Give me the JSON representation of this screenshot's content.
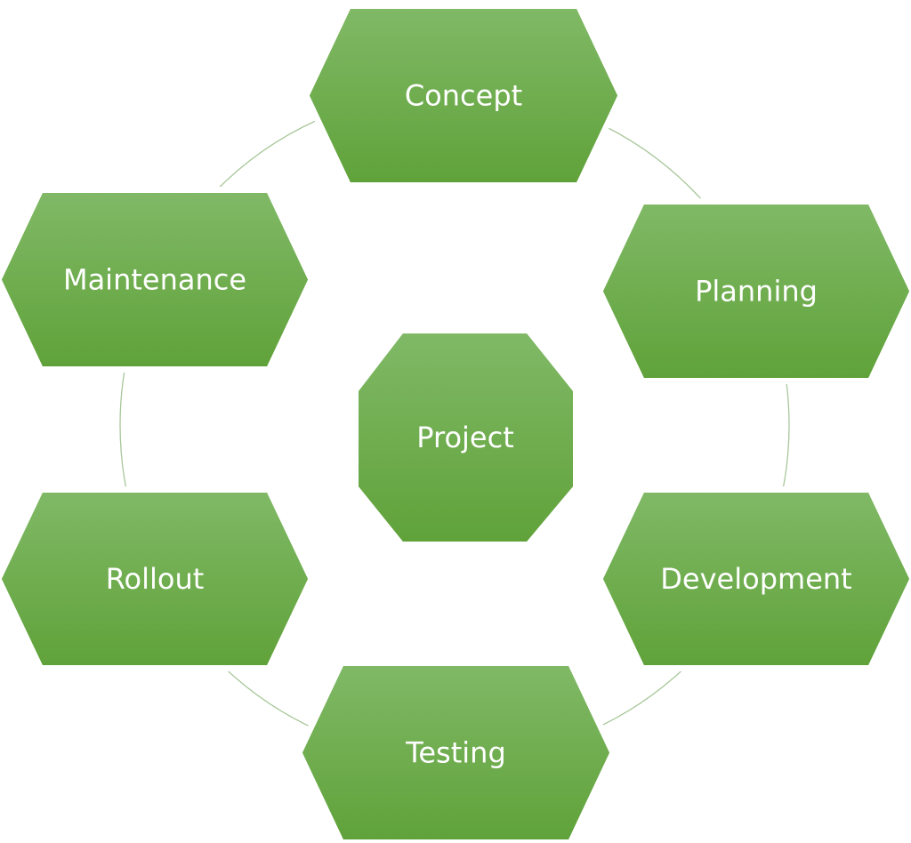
{
  "center": {
    "label": "Project"
  },
  "stages": [
    {
      "label": "Concept"
    },
    {
      "label": "Planning"
    },
    {
      "label": "Development"
    },
    {
      "label": "Testing"
    },
    {
      "label": "Rollout"
    },
    {
      "label": "Maintenance"
    }
  ],
  "colors": {
    "fill_top": "#80b966",
    "fill_bottom": "#60a23a",
    "connector": "#a8c79a",
    "text": "#ffffff"
  }
}
